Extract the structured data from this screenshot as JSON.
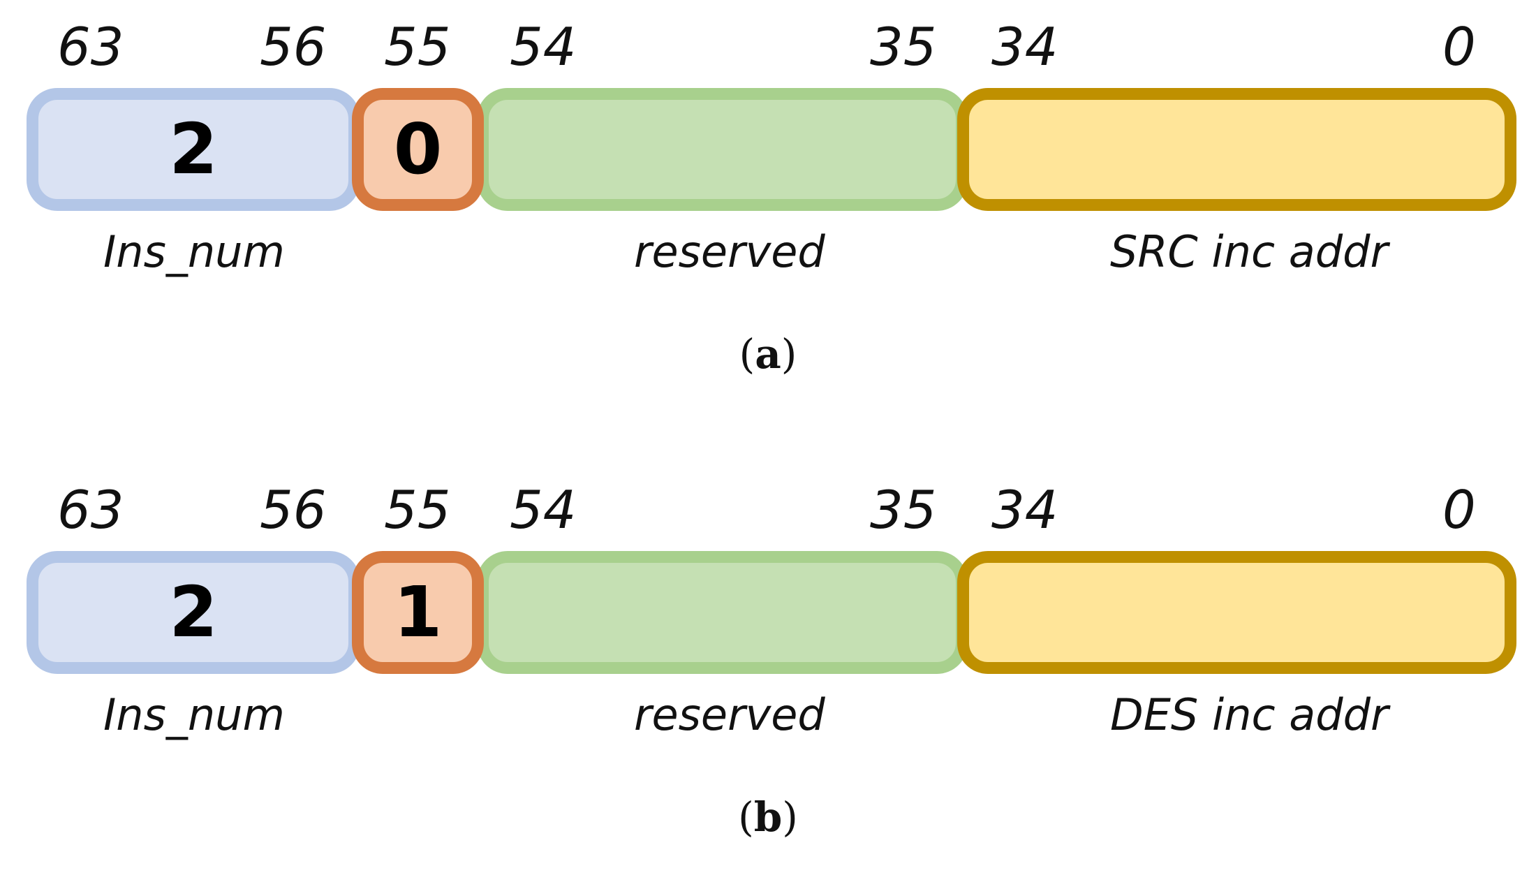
{
  "diagrams": [
    {
      "bits": [
        "63",
        "56",
        "55",
        "54",
        "35",
        "34",
        "0"
      ],
      "fields": {
        "ins_num": {
          "value": "2",
          "label": "Ins_num",
          "color": "#dae2f3",
          "border": "#b3c6e7"
        },
        "opcode": {
          "value": "0",
          "color": "#f8cbad",
          "border": "#d6793f"
        },
        "reserved": {
          "label": "reserved",
          "color": "#c5e0b3",
          "border": "#a8d08d"
        },
        "addr": {
          "label": "SRC inc addr",
          "color": "#ffe599",
          "border": "#bf9000"
        }
      },
      "caption": {
        "open": "(",
        "letter": "a",
        "close": ")"
      }
    },
    {
      "bits": [
        "63",
        "56",
        "55",
        "54",
        "35",
        "34",
        "0"
      ],
      "fields": {
        "ins_num": {
          "value": "2",
          "label": "Ins_num",
          "color": "#dae2f3",
          "border": "#b3c6e7"
        },
        "opcode": {
          "value": "1",
          "color": "#f8cbad",
          "border": "#d6793f"
        },
        "reserved": {
          "label": "reserved",
          "color": "#c5e0b3",
          "border": "#a8d08d"
        },
        "addr": {
          "label": "DES inc addr",
          "color": "#ffe599",
          "border": "#bf9000"
        }
      },
      "caption": {
        "open": "(",
        "letter": "b",
        "close": ")"
      }
    }
  ]
}
